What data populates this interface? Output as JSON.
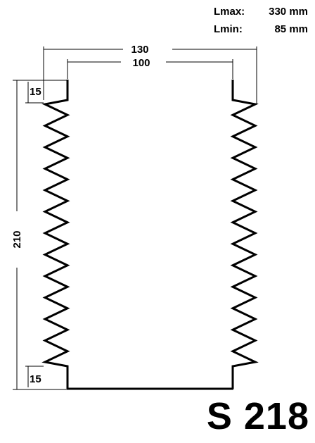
{
  "specs": {
    "lmax_label": "Lmax:",
    "lmax_value": "330 mm",
    "lmin_label": "Lmin:",
    "lmin_value": "85 mm"
  },
  "dimensions": {
    "outer_width": "130",
    "inner_width": "100",
    "height": "210",
    "top_collar": "15",
    "bottom_collar": "15"
  },
  "part_code": "S 218"
}
